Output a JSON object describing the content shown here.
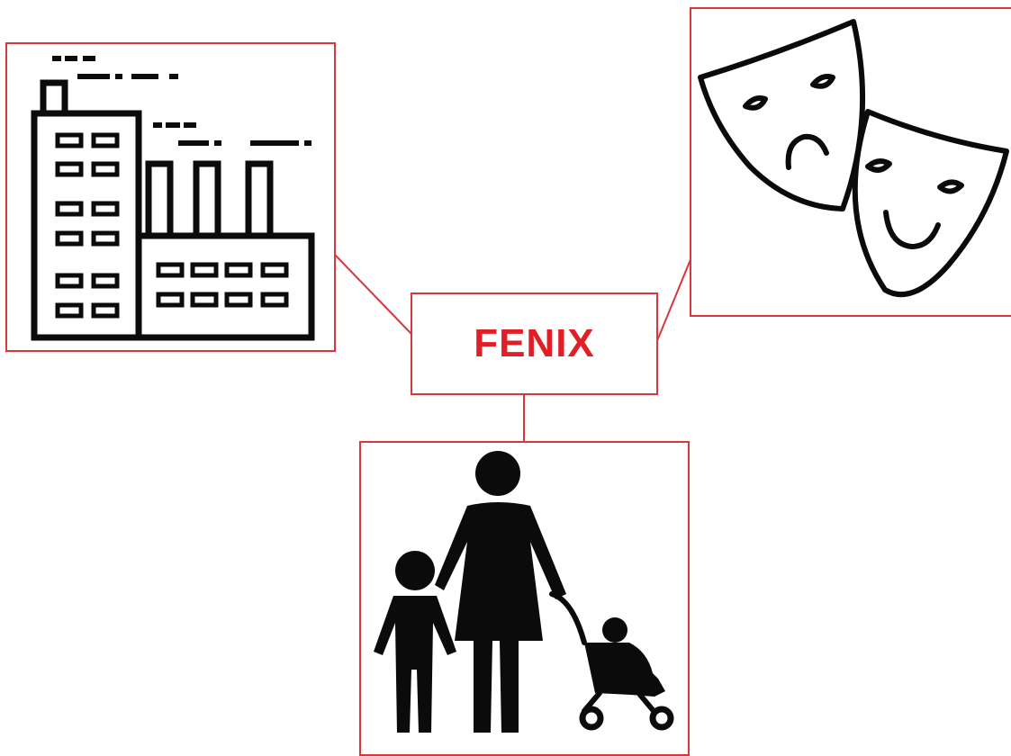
{
  "diagram": {
    "center": {
      "label": "FENIX"
    },
    "nodes": [
      {
        "id": "industry",
        "icon": "factory-icon"
      },
      {
        "id": "culture",
        "icon": "theater-masks-icon"
      },
      {
        "id": "family",
        "icon": "family-with-stroller-icon"
      }
    ]
  },
  "colors": {
    "accent": "#d5393f",
    "icon": "#0b0b0b",
    "background": "#ffffff"
  }
}
